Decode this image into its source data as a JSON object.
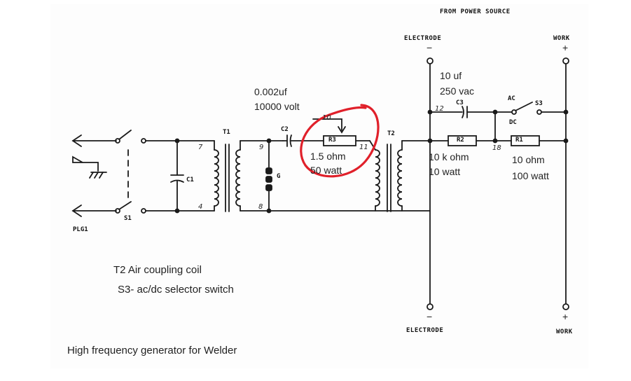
{
  "header": {
    "power_source": "FROM POWER SOURCE"
  },
  "terminals": {
    "electrode_top": "ELECTRODE",
    "electrode_top_sign": "−",
    "work_top": "WORK",
    "work_top_sign": "+",
    "electrode_bottom": "ELECTRODE",
    "electrode_bottom_sign": "−",
    "work_bottom": "WORK",
    "work_bottom_sign": "+"
  },
  "components": {
    "plug": "PLG1",
    "s1": "S1",
    "c1": "C1",
    "t1": "T1",
    "c2": "C2",
    "c2_value_1": "0.002uf",
    "c2_value_2": "10000 volt",
    "r3": "R3",
    "r3_value_1": "1.5 ohm",
    "r3_value_2": "50 watt",
    "t2": "T2",
    "c3": "C3",
    "c3_value_1": "10 uf",
    "c3_value_2": "250 vac",
    "r2": "R2",
    "r2_value_1": "10 k ohm",
    "r2_value_2": "10 watt",
    "r1": "R1",
    "r1_value_1": "10 ohm",
    "r1_value_2": "100 watt",
    "s3": "S3",
    "ac": "AC",
    "dc": "DC",
    "spark": "G"
  },
  "wire_numbers": {
    "n7": "7",
    "n9": "9",
    "n4": "4",
    "n8": "8",
    "n10": "10",
    "n11": "11",
    "n12": "12",
    "n18": "18"
  },
  "notes": {
    "line1": "T2 Air coupling coil",
    "line2": "S3- ac/dc selector switch",
    "caption": "High frequency generator for Welder"
  },
  "colors": {
    "ink": "#1a1a1a",
    "highlight": "#e0202a",
    "paper": "#fdfdfd"
  }
}
